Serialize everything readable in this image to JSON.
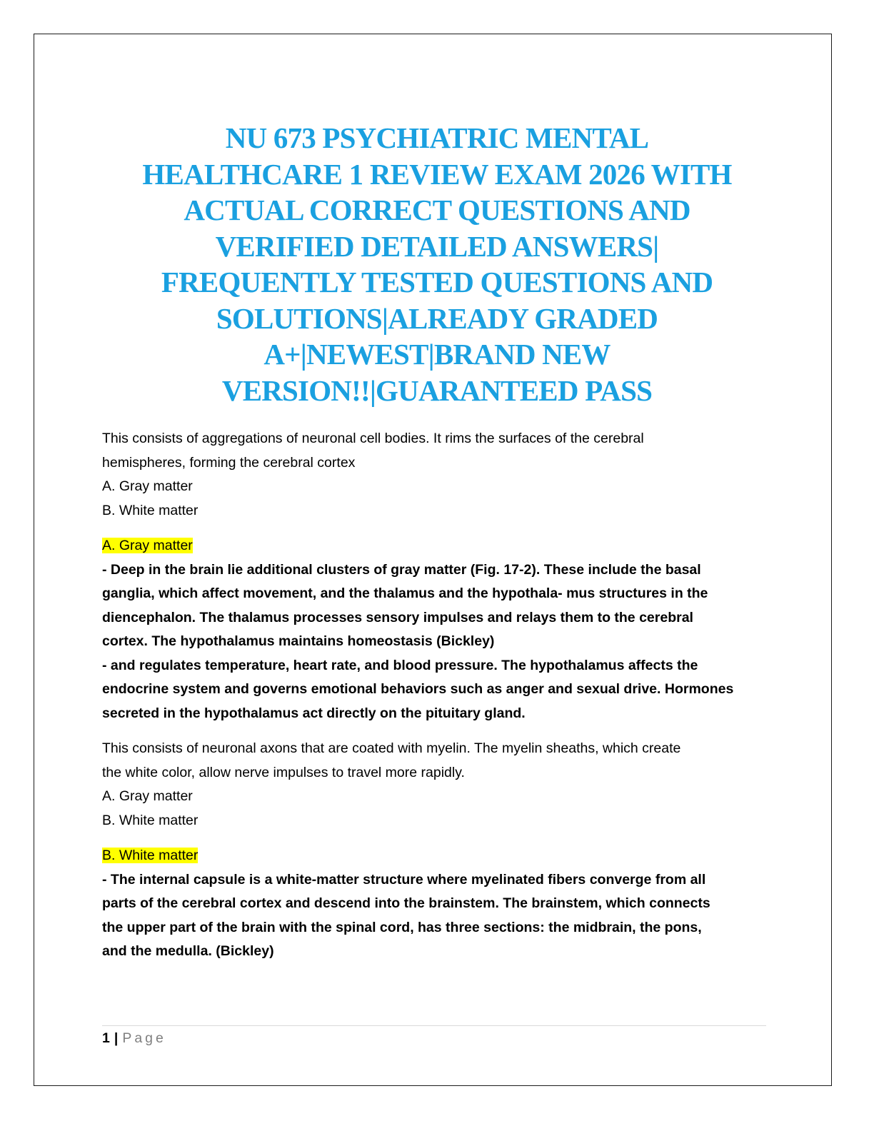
{
  "title_lines": [
    "NU 673 PSYCHIATRIC MENTAL",
    "HEALTHCARE 1 REVIEW EXAM  2026 WITH",
    "ACTUAL CORRECT QUESTIONS AND",
    "VERIFIED DETAILED ANSWERS|",
    "FREQUENTLY TESTED QUESTIONS AND",
    "SOLUTIONS|ALREADY GRADED",
    "A+|NEWEST|BRAND NEW",
    "VERSION!!|GUARANTEED PASS"
  ],
  "questions": [
    {
      "question_lines": [
        "This consists of aggregations of neuronal cell bodies. It rims the surfaces of the cerebral",
        "hemispheres, forming the cerebral cortex"
      ],
      "options": [
        "A. Gray matter",
        "B. White matter"
      ],
      "answer": "A. Gray matter",
      "explanation_lines": [
        "- Deep in the brain lie additional clusters of gray matter (Fig. 17-2). These include the basal",
        "ganglia, which affect movement, and the thalamus and the hypothala- mus structures in the",
        "diencephalon. The thalamus processes sensory impulses and relays them to the cerebral",
        "cortex. The hypothalamus maintains homeostasis (Bickley)",
        "- and regulates temperature, heart rate, and blood pressure. The hypothalamus affects the",
        "endocrine system and governs emotional behaviors such as anger and sexual drive. Hormones",
        "secreted in the hypothalamus act directly on the pituitary gland."
      ]
    },
    {
      "question_lines": [
        "This consists of neuronal axons that are coated with myelin. The myelin sheaths, which create",
        "the white color, allow nerve impulses to travel more rapidly."
      ],
      "options": [
        "A. Gray matter",
        "B. White matter"
      ],
      "answer": "B. White matter",
      "explanation_lines": [
        "- The internal capsule is a white-matter structure where myelinated fibers converge from all",
        "parts of the cerebral cortex and descend into the brainstem. The brainstem, which connects",
        "the upper part of the brain with the spinal cord, has three sections: the midbrain, the pons,",
        "and the medulla. (Bickley)"
      ]
    }
  ],
  "footer": {
    "page_number": "1",
    "separator": "|",
    "page_label": "Page"
  },
  "colors": {
    "title": "#1aa0e0",
    "answer_highlight": "#ffff00"
  }
}
